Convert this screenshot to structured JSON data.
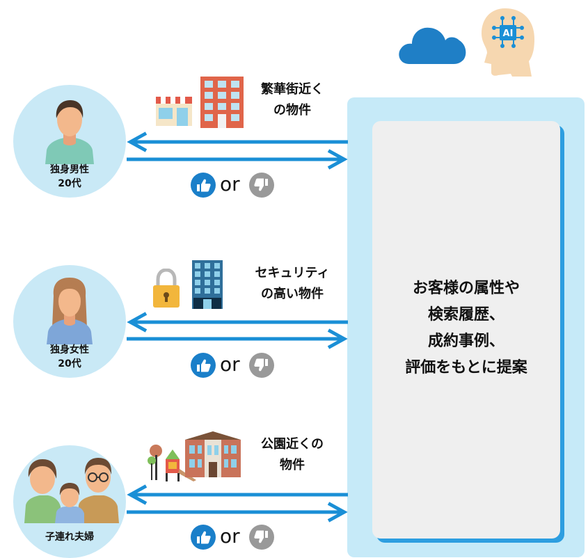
{
  "panel": {
    "text": "お客様の属性や\n検索履歴、\n成約事例、\n評価をもとに提案"
  },
  "personas": [
    {
      "label": "独身男性\n20代"
    },
    {
      "label": "独身女性\n20代"
    },
    {
      "label": "子連れ夫婦"
    }
  ],
  "properties": [
    {
      "label": "繁華街近く\nの物件"
    },
    {
      "label": "セキュリティ\nの高い物件"
    },
    {
      "label": "公園近くの\n物件"
    }
  ],
  "feedback": {
    "or": "or"
  },
  "icons": {
    "cloud": "cloud-icon",
    "ai": "ai-head-icon",
    "like": "thumbs-up-icon",
    "dislike": "thumbs-down-icon"
  },
  "ai_badge": "AI",
  "colors": {
    "arrow": "#1a8fd6",
    "panel_outer": "#c6eaf8",
    "panel_inner": "#efefef",
    "persona_bg": "#c9e9f6",
    "like": "#1a7fc9",
    "dislike": "#999999"
  }
}
